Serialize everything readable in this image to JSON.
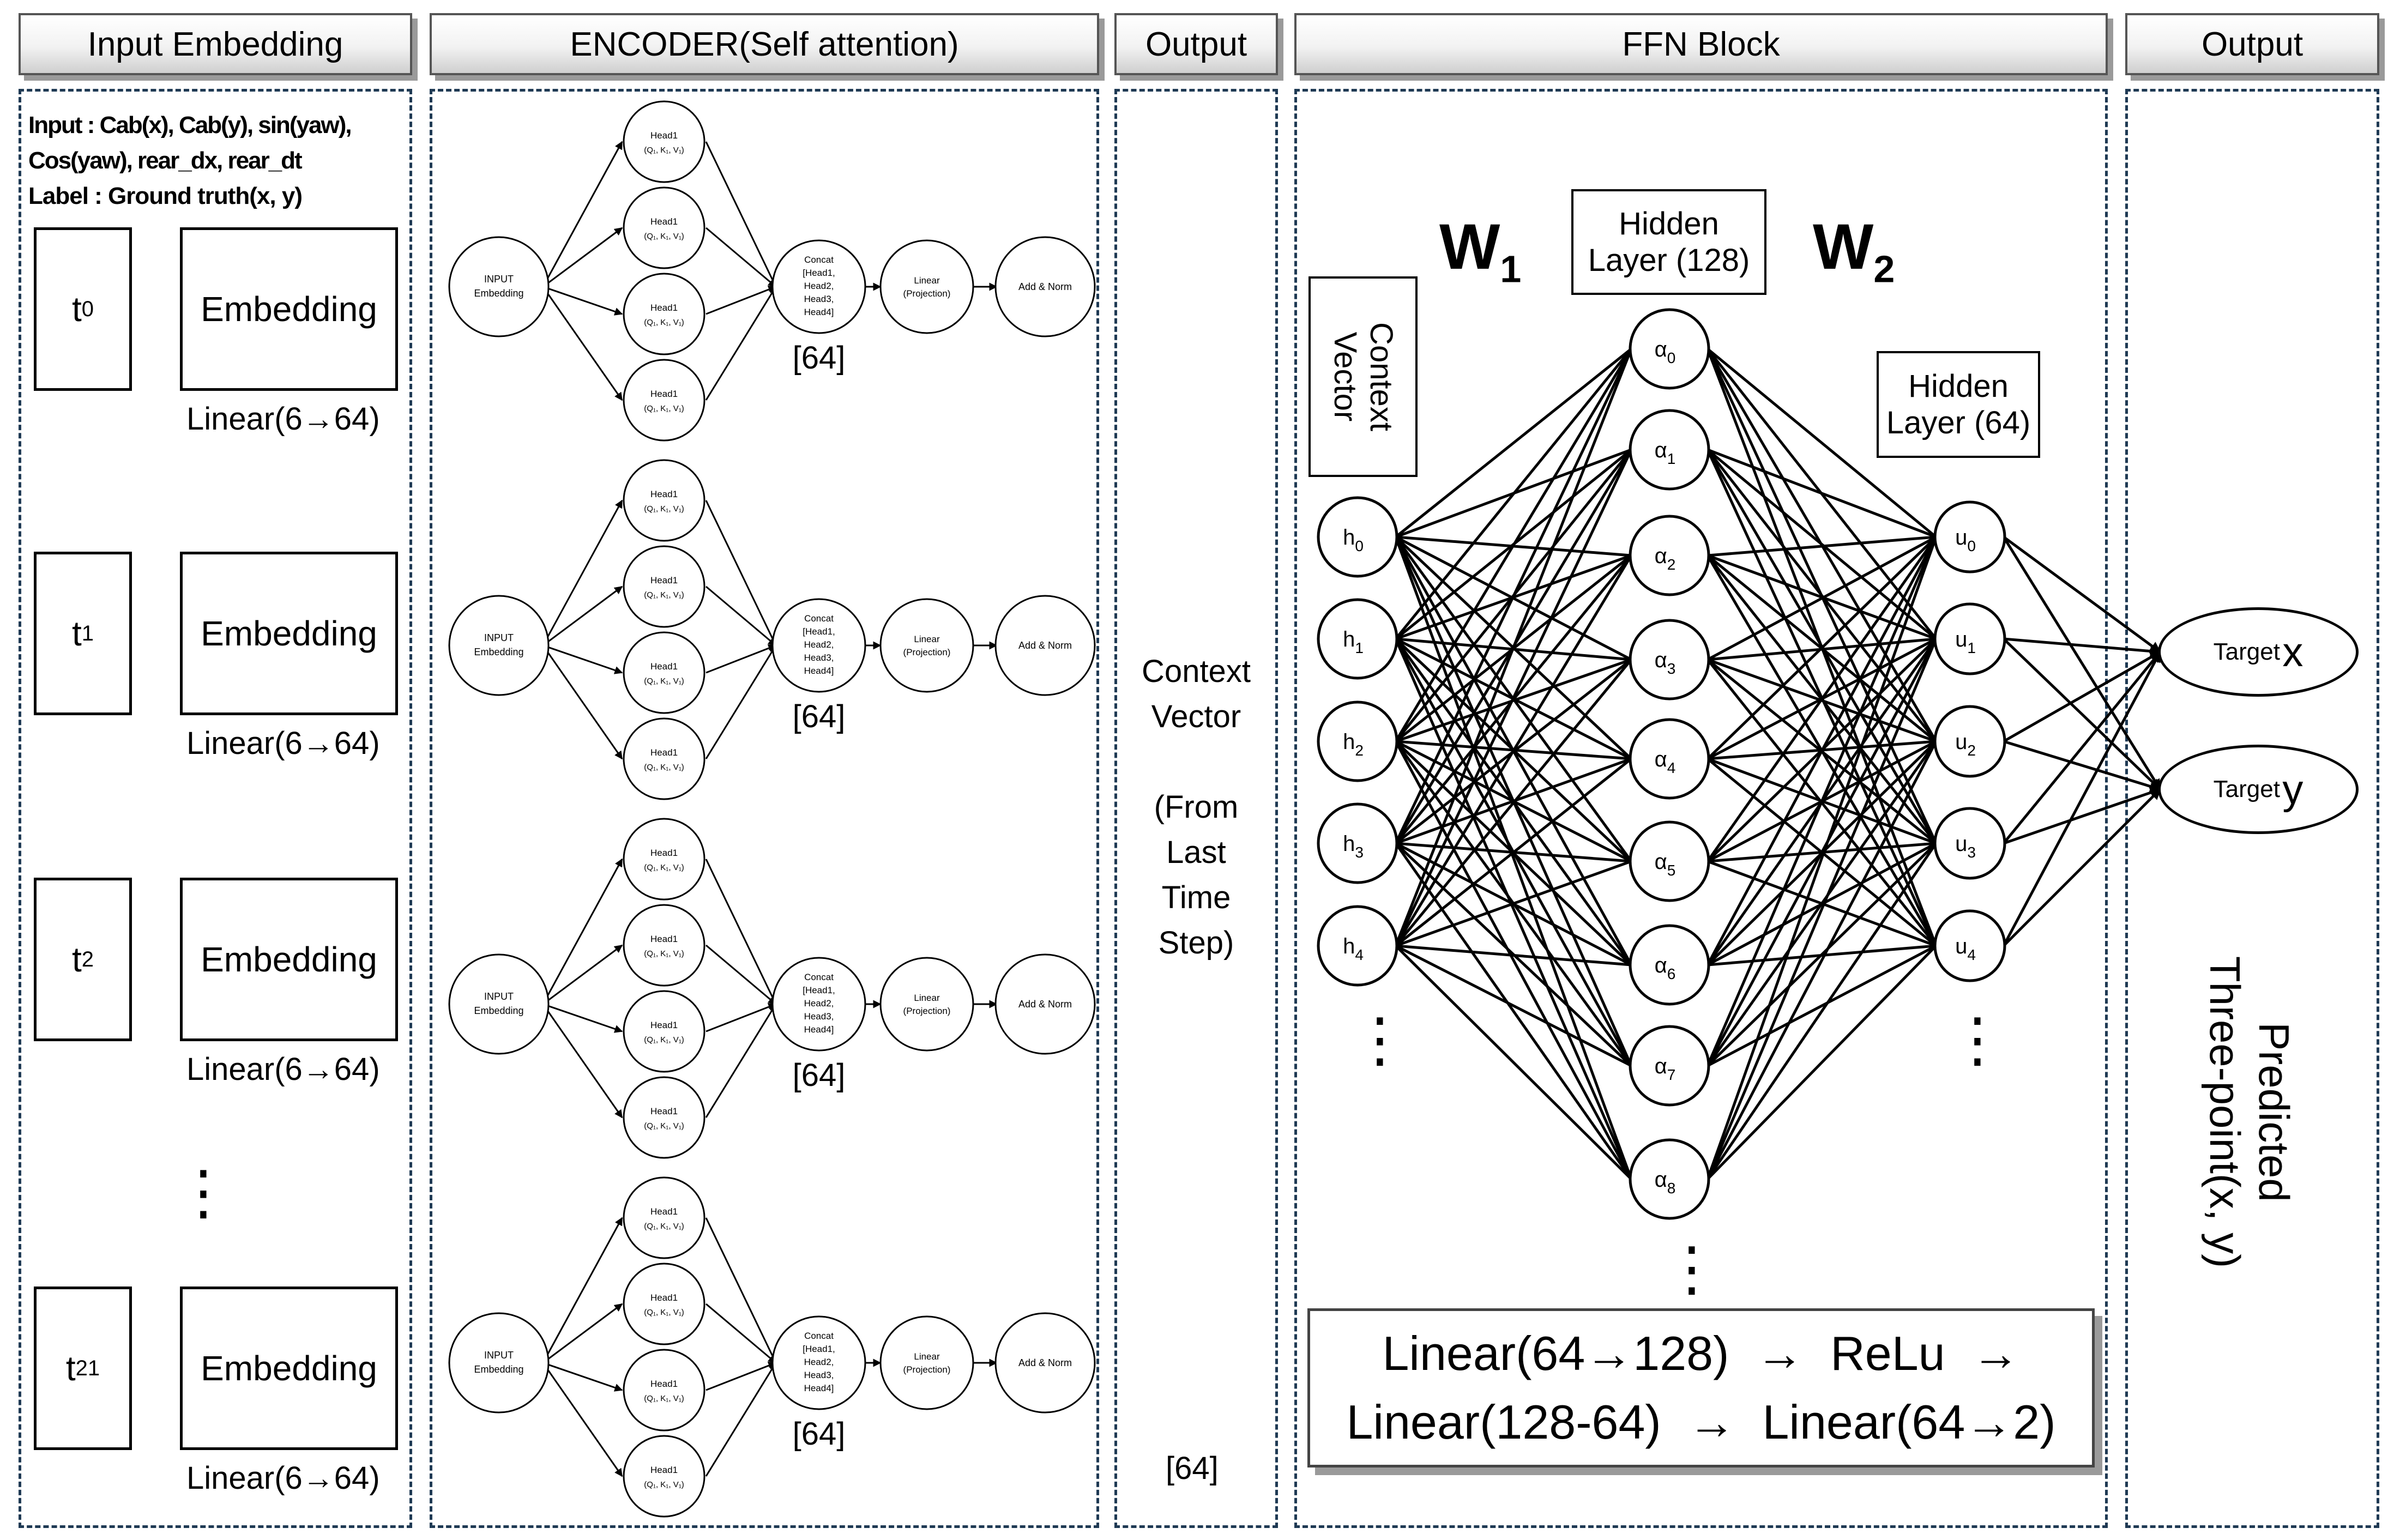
{
  "headers": {
    "input_embedding": "Input Embedding",
    "encoder": "ENCODER(Self attention)",
    "output1": "Output",
    "ffn": "FFN Block",
    "output2": "Output"
  },
  "input_panel": {
    "input_line1": "Input : Cab(x), Cab(y), sin(yaw),",
    "input_line2": "Cos(yaw), rear_dx, rear_dt",
    "label_line": "Label : Ground truth(x, y)",
    "rows": [
      {
        "t": "t",
        "sub": "0",
        "embed": "Embedding",
        "linear": "Linear(6→64)"
      },
      {
        "t": "t",
        "sub": "1",
        "embed": "Embedding",
        "linear": "Linear(6→64)"
      },
      {
        "t": "t",
        "sub": "2",
        "embed": "Embedding",
        "linear": "Linear(6→64)"
      },
      {
        "t": "t",
        "sub": "21",
        "embed": "Embedding",
        "linear": "Linear(6→64)"
      }
    ],
    "ellipsis": "⋮"
  },
  "encoder": {
    "input_label": [
      "INPUT",
      "Embedding"
    ],
    "head_label": "Head1",
    "head_sub": "(Q₁, K₁, V₁)",
    "concat_label": [
      "Concat",
      "[Head1,",
      "Head2,",
      "Head3,",
      "Head4]"
    ],
    "linear_label": [
      "Linear",
      "(Projection)"
    ],
    "addnorm_label": "Add & Norm",
    "dim_label": "[64]"
  },
  "output_panel": {
    "lines": [
      "Context",
      "Vector",
      "",
      "(From",
      "Last",
      "Time",
      "Step)"
    ],
    "dim": "[64]"
  },
  "ffn": {
    "w1": "W",
    "w1_sub": "1",
    "w2": "W",
    "w2_sub": "2",
    "hidden128": [
      "Hidden",
      "Layer (128)"
    ],
    "hidden64": [
      "Hidden",
      "Layer (64)"
    ],
    "context_vector": [
      "Context",
      "Vector"
    ],
    "h_nodes": [
      "0",
      "1",
      "2",
      "3",
      "4"
    ],
    "a_nodes": [
      "0",
      "1",
      "2",
      "3",
      "4",
      "5",
      "6",
      "7",
      "8"
    ],
    "u_nodes": [
      "0",
      "1",
      "2",
      "3",
      "4"
    ],
    "h_letter": "h",
    "a_letter": "α",
    "u_letter": "u",
    "formula_line1": "Linear(64→128)  →  ReLu  →",
    "formula_line2": "Linear(128-64)  →  Linear(64→2)",
    "ellipsis": "⋮"
  },
  "output2_panel": {
    "target_x": [
      "Target",
      "x"
    ],
    "target_y": [
      "Target",
      "y"
    ],
    "predicted": [
      "Predicted",
      "Three-point(x, y)"
    ]
  }
}
